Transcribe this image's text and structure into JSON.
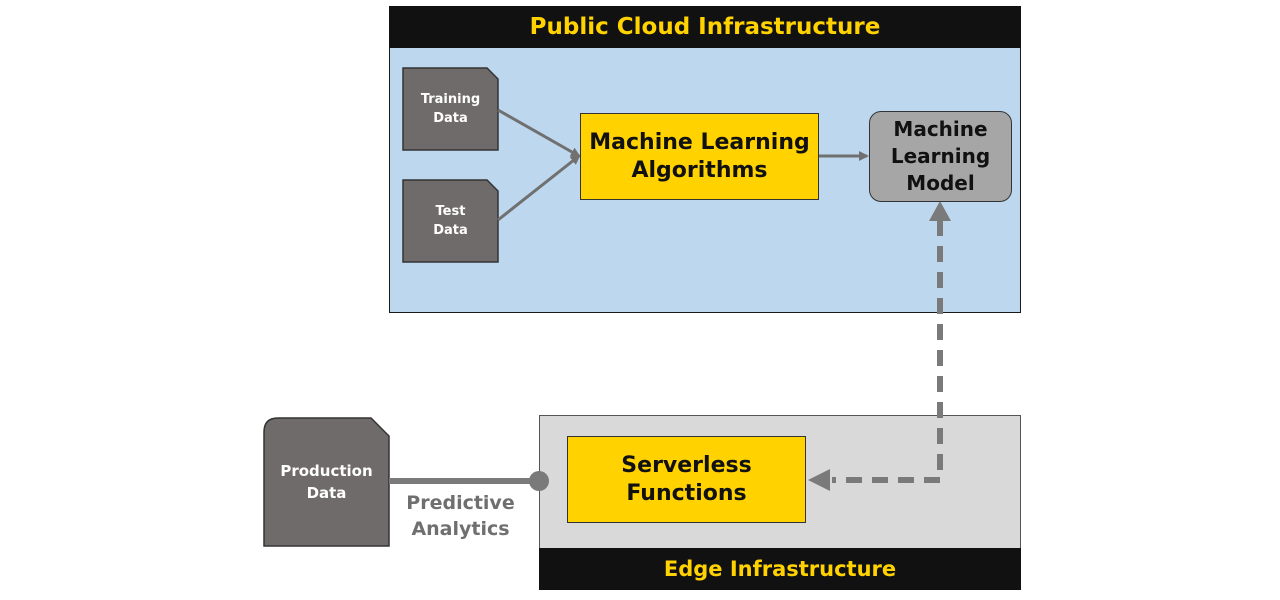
{
  "cloud": {
    "title": "Public Cloud Infrastructure"
  },
  "edge": {
    "title": "Edge Infrastructure"
  },
  "data_sources": {
    "training": [
      "Training",
      "Data"
    ],
    "test": [
      "Test",
      "Data"
    ],
    "production": [
      "Production",
      "Data"
    ]
  },
  "ml_algorithms": [
    "Machine Learning",
    "Algorithms"
  ],
  "ml_model": [
    "Machine",
    "Learning",
    "Model"
  ],
  "serverless": [
    "Serverless",
    "Functions"
  ],
  "connection_label": [
    "Predictive",
    "Analytics"
  ],
  "colors": {
    "accent_yellow": "#ffd200",
    "cloud_blue": "#bdd7ee",
    "edge_gray": "#d9d9d9",
    "card_gray": "#706b6b",
    "arrow_gray": "#707070",
    "header_black": "#111111"
  }
}
